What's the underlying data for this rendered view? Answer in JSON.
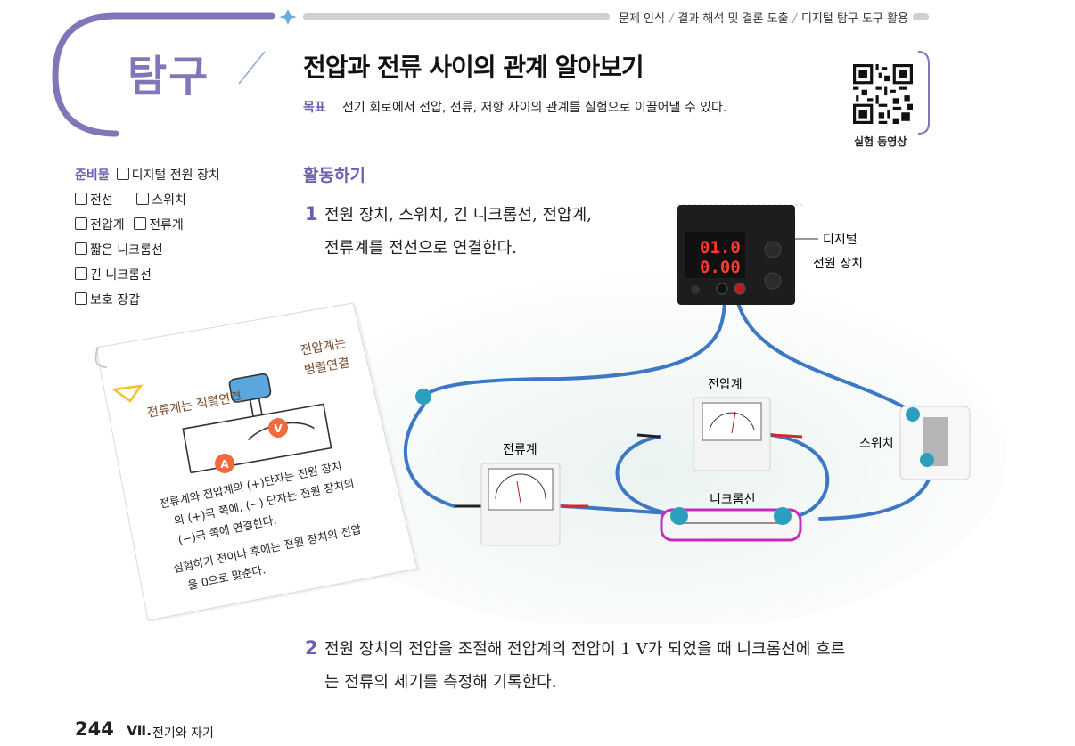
{
  "breadcrumbs": [
    "문제 인식",
    "결과 해석 및 결론 도출",
    "디지털 탐구 도구 활용"
  ],
  "tag": "탐구",
  "title": "전압과 전류 사이의 관계 알아보기",
  "goal": {
    "label": "목표",
    "text": "전기 회로에서 전압, 전류, 저항 사이의 관계를 실험으로 이끌어낼 수 있다."
  },
  "qr": {
    "caption": "실험 동영상",
    "icon": "qr-code-icon"
  },
  "materials": {
    "label": "준비물",
    "items": [
      "디지털 전원 장치",
      "전선",
      "스위치",
      "전압계",
      "전류계",
      "짧은 니크롬선",
      "긴 니크롬선",
      "보호 장갑"
    ]
  },
  "activity": {
    "heading": "활동하기",
    "steps": [
      {
        "num": "1",
        "line1": "전원 장치, 스위치, 긴 니크롬선, 전압계,",
        "line2": "전류계를 전선으로 연결한다."
      },
      {
        "num": "2",
        "line1": "전원 장치의 전압을 조절해 전압계의 전압이 1 V가 되었을 때 니크롬선에 흐르",
        "line2": "는 전류의 세기를 측정해 기록한다."
      }
    ]
  },
  "figure": {
    "power_label_1": "디지털",
    "power_label_2": "전원 장치",
    "voltmeter_label": "전압계",
    "ammeter_label": "전류계",
    "switch_label": "스위치",
    "nichrome_label": "니크롬선",
    "display_voltage": "01.0",
    "display_current": "0.00"
  },
  "note": {
    "voltmeter_hint_1": "전압계는",
    "voltmeter_hint_2": "병렬연결",
    "ammeter_hint": "전류계는 직렬연결",
    "meter_v": "V",
    "meter_a": "A",
    "bullet1_l1": "전류계와 전압계의 (+)단자는 전원 장치",
    "bullet1_l2": "의 (+)극 쪽에, (−) 단자는 전원 장치의",
    "bullet1_l3": "(−)극 쪽에 연결한다.",
    "bullet2_l1": "실험하기 전이나 후에는 전원 장치의 전압",
    "bullet2_l2": "을 0으로 맞춘다."
  },
  "footer": {
    "page": "244",
    "chapter_num": "Ⅶ.",
    "chapter_title": "전기와 자기"
  },
  "colors": {
    "accent": "#6c5fb2",
    "tag": "#8076b8",
    "wire": "#3d78c4",
    "red": "#d02a2a"
  }
}
